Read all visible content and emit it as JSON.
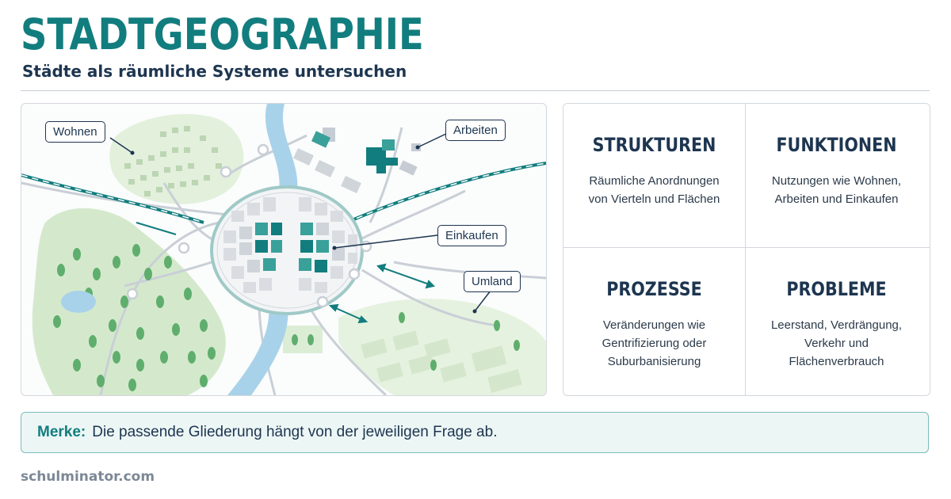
{
  "header": {
    "title": "STADTGEOGRAPHIE",
    "subtitle": "Städte als räumliche Systeme untersuchen"
  },
  "map": {
    "callouts": {
      "wohnen": "Wohnen",
      "arbeiten": "Arbeiten",
      "einkaufen": "Einkaufen",
      "umland": "Umland"
    }
  },
  "grid": {
    "cells": [
      {
        "title": "STRUKTUREN",
        "text": "Räumliche Anordnungen\nvon Vierteln und Flächen"
      },
      {
        "title": "FUNKTIONEN",
        "text": "Nutzungen wie Wohnen,\nArbeiten und Einkaufen"
      },
      {
        "title": "PROZESSE",
        "text": "Veränderungen wie\nGentrifizierung oder\nSuburbanisierung"
      },
      {
        "title": "PROBLEME",
        "text": "Leerstand, Verdrängung,\nVerkehr und\nFlächenverbrauch"
      }
    ]
  },
  "merke": {
    "label": "Merke:",
    "text": "Die passende Gliederung hängt von der jeweiligen Frage ab."
  },
  "footer": {
    "site": "schulminator.com"
  },
  "colors": {
    "accent": "#127d7e",
    "navy": "#1d3550",
    "green": "#cfe6c8",
    "river": "#a8d2ea"
  }
}
